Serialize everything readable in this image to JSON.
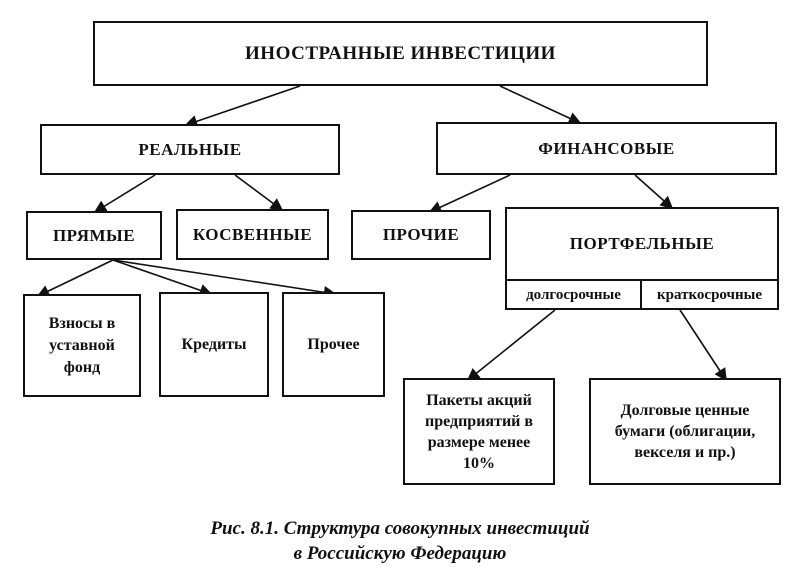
{
  "diagram": {
    "root": "ИНОСТРАННЫЕ ИНВЕСТИЦИИ",
    "real": "РЕАЛЬНЫЕ",
    "financial": "ФИНАНСОВЫЕ",
    "direct": "ПРЯМЫЕ",
    "indirect": "КОСВЕННЫЕ",
    "other": "ПРОЧИЕ",
    "portfolio": {
      "title": "ПОРТФЕЛЬНЫЕ",
      "long_term": "долгосрочные",
      "short_term": "краткосрочные"
    },
    "contributions": [
      "Взносы в",
      "уставной",
      "фонд"
    ],
    "credits": "Кредиты",
    "misc": "Прочее",
    "shares": [
      "Пакеты акций",
      "предприятий в",
      "размере менее",
      "10%"
    ],
    "debt": [
      "Долговые ценные",
      "бумаги (облигации,",
      "векселя и пр.)"
    ]
  },
  "caption": {
    "line1": "Рис. 8.1. Структура совокупных инвестиций",
    "line2": "в Российскую Федерацию"
  }
}
